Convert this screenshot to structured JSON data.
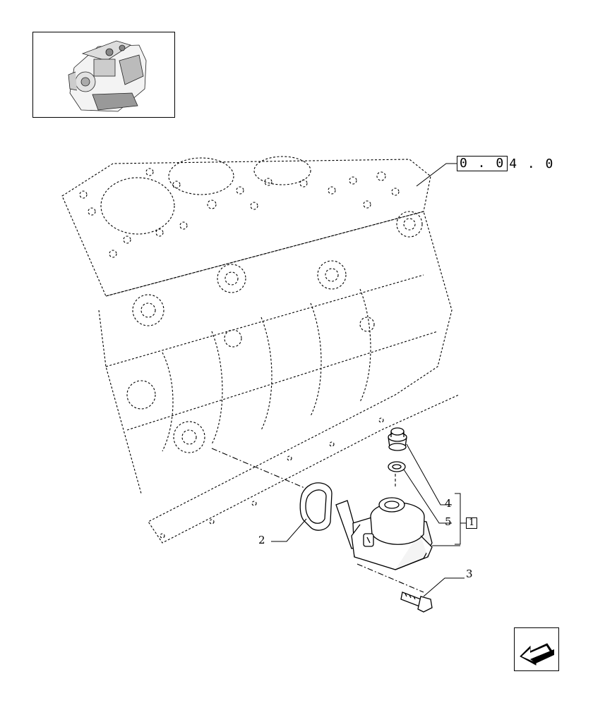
{
  "reference": {
    "boxed": "0 . 0",
    "rest": "4 . 0"
  },
  "callouts": {
    "c2": "2",
    "c3": "3",
    "c4": "4",
    "c5": "5"
  },
  "group_label": "1",
  "icons": {
    "thumbnail": "engine-thumbnail-icon",
    "nav": "back-arrow-icon"
  }
}
